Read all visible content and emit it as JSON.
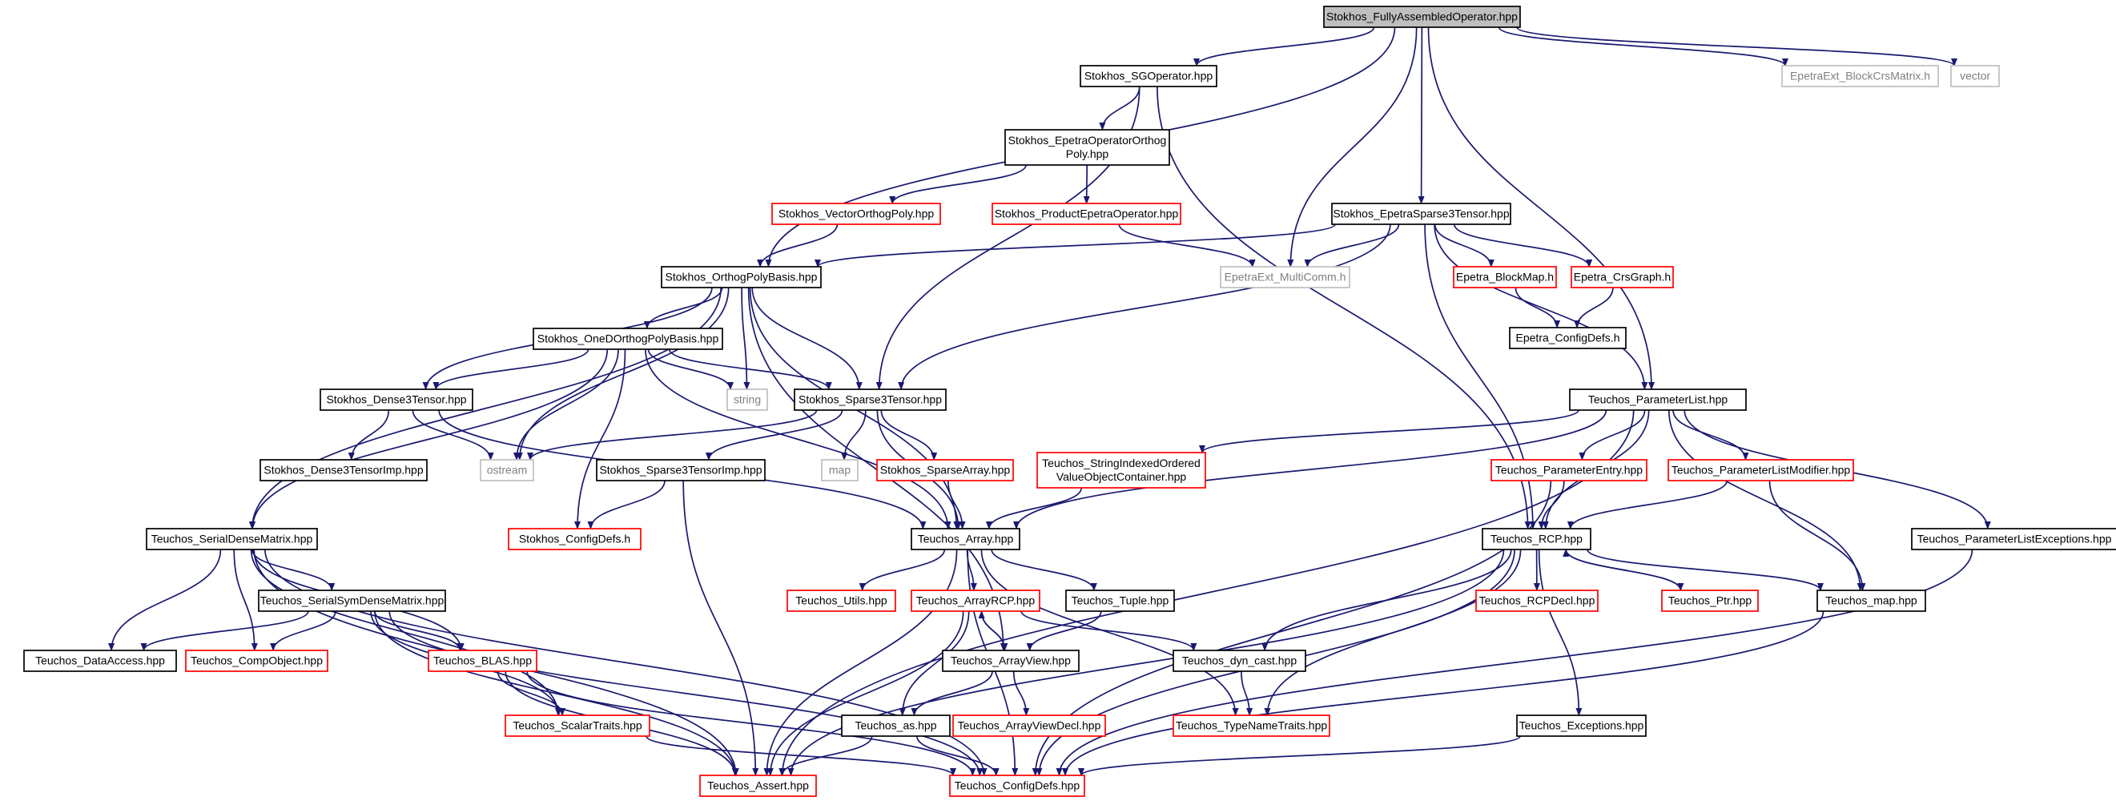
{
  "colors": {
    "edge": "#191970",
    "root_fill": "#bfbfbf",
    "node_border": "#000000",
    "truncated_border": "#ff0000",
    "external_border": "#bfbfbf",
    "external_text": "#808080"
  },
  "nodes": [
    {
      "id": "root",
      "style": "root",
      "lines": [
        "Stokhos_FullyAssembledOperator.hpp"
      ]
    },
    {
      "id": "sgop",
      "style": "normal",
      "lines": [
        "Stokhos_SGOperator.hpp"
      ]
    },
    {
      "id": "bcrs",
      "style": "ext",
      "lines": [
        "EpetraExt_BlockCrsMatrix.h"
      ]
    },
    {
      "id": "vector",
      "style": "ext",
      "lines": [
        "vector"
      ]
    },
    {
      "id": "epop",
      "style": "normal",
      "lines": [
        "Stokhos_EpetraOperatorOrthog",
        "Poly.hpp"
      ]
    },
    {
      "id": "vop",
      "style": "trunc",
      "lines": [
        "Stokhos_VectorOrthogPoly.hpp"
      ]
    },
    {
      "id": "prodop",
      "style": "trunc",
      "lines": [
        "Stokhos_ProductEpetraOperator.hpp"
      ]
    },
    {
      "id": "eps3",
      "style": "normal",
      "lines": [
        "Stokhos_EpetraSparse3Tensor.hpp"
      ]
    },
    {
      "id": "opb",
      "style": "normal",
      "lines": [
        "Stokhos_OrthogPolyBasis.hpp"
      ]
    },
    {
      "id": "multicomm",
      "style": "ext",
      "lines": [
        "EpetraExt_MultiComm.h"
      ]
    },
    {
      "id": "blockmap",
      "style": "trunc",
      "lines": [
        "Epetra_BlockMap.h"
      ]
    },
    {
      "id": "crsgraph",
      "style": "trunc",
      "lines": [
        "Epetra_CrsGraph.h"
      ]
    },
    {
      "id": "epcfg",
      "style": "normal",
      "lines": [
        "Epetra_ConfigDefs.h"
      ]
    },
    {
      "id": "oned",
      "style": "normal",
      "lines": [
        "Stokhos_OneDOrthogPolyBasis.hpp"
      ]
    },
    {
      "id": "string",
      "style": "ext",
      "lines": [
        "string"
      ]
    },
    {
      "id": "dense3",
      "style": "normal",
      "lines": [
        "Stokhos_Dense3Tensor.hpp"
      ]
    },
    {
      "id": "sparse3",
      "style": "normal",
      "lines": [
        "Stokhos_Sparse3Tensor.hpp"
      ]
    },
    {
      "id": "plist",
      "style": "normal",
      "lines": [
        "Teuchos_ParameterList.hpp"
      ]
    },
    {
      "id": "ostream",
      "style": "ext",
      "lines": [
        "ostream"
      ]
    },
    {
      "id": "map",
      "style": "ext",
      "lines": [
        "map"
      ]
    },
    {
      "id": "dense3imp",
      "style": "normal",
      "lines": [
        "Stokhos_Dense3TensorImp.hpp"
      ]
    },
    {
      "id": "sparse3imp",
      "style": "normal",
      "lines": [
        "Stokhos_Sparse3TensorImp.hpp"
      ]
    },
    {
      "id": "sparsearr",
      "style": "trunc",
      "lines": [
        "Stokhos_SparseArray.hpp"
      ]
    },
    {
      "id": "strindexed",
      "style": "trunc",
      "lines": [
        "Teuchos_StringIndexedOrdered",
        "ValueObjectContainer.hpp"
      ]
    },
    {
      "id": "pentry",
      "style": "trunc",
      "lines": [
        "Teuchos_ParameterEntry.hpp"
      ]
    },
    {
      "id": "plistmod",
      "style": "trunc",
      "lines": [
        "Teuchos_ParameterListModifier.hpp"
      ]
    },
    {
      "id": "sdm",
      "style": "normal",
      "lines": [
        "Teuchos_SerialDenseMatrix.hpp"
      ]
    },
    {
      "id": "stkcfg",
      "style": "trunc",
      "lines": [
        "Stokhos_ConfigDefs.h"
      ]
    },
    {
      "id": "array",
      "style": "normal",
      "lines": [
        "Teuchos_Array.hpp"
      ]
    },
    {
      "id": "rcp",
      "style": "normal",
      "lines": [
        "Teuchos_RCP.hpp"
      ]
    },
    {
      "id": "plistexc",
      "style": "normal",
      "lines": [
        "Teuchos_ParameterListExceptions.hpp"
      ]
    },
    {
      "id": "ssdm",
      "style": "normal",
      "lines": [
        "Teuchos_SerialSymDenseMatrix.hpp"
      ]
    },
    {
      "id": "utils",
      "style": "trunc",
      "lines": [
        "Teuchos_Utils.hpp"
      ]
    },
    {
      "id": "arcp",
      "style": "trunc",
      "lines": [
        "Teuchos_ArrayRCP.hpp"
      ]
    },
    {
      "id": "tuple",
      "style": "normal",
      "lines": [
        "Teuchos_Tuple.hpp"
      ]
    },
    {
      "id": "rcpdecl",
      "style": "trunc",
      "lines": [
        "Teuchos_RCPDecl.hpp"
      ]
    },
    {
      "id": "ptr",
      "style": "trunc",
      "lines": [
        "Teuchos_Ptr.hpp"
      ]
    },
    {
      "id": "tmap",
      "style": "normal",
      "lines": [
        "Teuchos_map.hpp"
      ]
    },
    {
      "id": "dataacc",
      "style": "normal",
      "lines": [
        "Teuchos_DataAccess.hpp"
      ]
    },
    {
      "id": "compobj",
      "style": "trunc",
      "lines": [
        "Teuchos_CompObject.hpp"
      ]
    },
    {
      "id": "blas",
      "style": "trunc",
      "lines": [
        "Teuchos_BLAS.hpp"
      ]
    },
    {
      "id": "arrview",
      "style": "normal",
      "lines": [
        "Teuchos_ArrayView.hpp"
      ]
    },
    {
      "id": "dyncast",
      "style": "normal",
      "lines": [
        "Teuchos_dyn_cast.hpp"
      ]
    },
    {
      "id": "scalar",
      "style": "trunc",
      "lines": [
        "Teuchos_ScalarTraits.hpp"
      ]
    },
    {
      "id": "tas",
      "style": "normal",
      "lines": [
        "Teuchos_as.hpp"
      ]
    },
    {
      "id": "arrviewdecl",
      "style": "trunc",
      "lines": [
        "Teuchos_ArrayViewDecl.hpp"
      ]
    },
    {
      "id": "typename",
      "style": "trunc",
      "lines": [
        "Teuchos_TypeNameTraits.hpp"
      ]
    },
    {
      "id": "excs",
      "style": "normal",
      "lines": [
        "Teuchos_Exceptions.hpp"
      ]
    },
    {
      "id": "assert",
      "style": "trunc",
      "lines": [
        "Teuchos_Assert.hpp"
      ]
    },
    {
      "id": "tcfg",
      "style": "trunc",
      "lines": [
        "Teuchos_ConfigDefs.hpp"
      ]
    }
  ],
  "edges": [
    [
      "root",
      "sgop"
    ],
    [
      "root",
      "bcrs"
    ],
    [
      "root",
      "vector"
    ],
    [
      "root",
      "opb"
    ],
    [
      "root",
      "multicomm"
    ],
    [
      "root",
      "eps3"
    ],
    [
      "root",
      "plist"
    ],
    [
      "sgop",
      "epop"
    ],
    [
      "sgop",
      "sparse3"
    ],
    [
      "sgop",
      "rcp"
    ],
    [
      "epop",
      "vop"
    ],
    [
      "epop",
      "prodop"
    ],
    [
      "vop",
      "opb"
    ],
    [
      "prodop",
      "multicomm"
    ],
    [
      "eps3",
      "opb"
    ],
    [
      "eps3",
      "multicomm"
    ],
    [
      "eps3",
      "blockmap"
    ],
    [
      "eps3",
      "crsgraph"
    ],
    [
      "eps3",
      "sparse3"
    ],
    [
      "eps3",
      "plist"
    ],
    [
      "eps3",
      "rcp"
    ],
    [
      "blockmap",
      "epcfg"
    ],
    [
      "crsgraph",
      "epcfg"
    ],
    [
      "opb",
      "oned"
    ],
    [
      "opb",
      "string"
    ],
    [
      "opb",
      "sparse3"
    ],
    [
      "opb",
      "dense3"
    ],
    [
      "opb",
      "ostream"
    ],
    [
      "opb",
      "sdm"
    ],
    [
      "opb",
      "array"
    ],
    [
      "opb",
      "arrview"
    ],
    [
      "oned",
      "string"
    ],
    [
      "oned",
      "sparse3"
    ],
    [
      "oned",
      "dense3"
    ],
    [
      "oned",
      "ostream"
    ],
    [
      "oned",
      "stkcfg"
    ],
    [
      "oned",
      "sdm"
    ],
    [
      "oned",
      "array"
    ],
    [
      "dense3",
      "ostream"
    ],
    [
      "dense3",
      "dense3imp"
    ],
    [
      "dense3",
      "array"
    ],
    [
      "sparse3",
      "ostream"
    ],
    [
      "sparse3",
      "map"
    ],
    [
      "sparse3",
      "sparse3imp"
    ],
    [
      "sparse3",
      "sparsearr"
    ],
    [
      "sparse3",
      "array"
    ],
    [
      "sparse3imp",
      "stkcfg"
    ],
    [
      "sparse3imp",
      "assert"
    ],
    [
      "sparsearr",
      "array"
    ],
    [
      "strindexed",
      "array"
    ],
    [
      "plist",
      "strindexed"
    ],
    [
      "plist",
      "pentry"
    ],
    [
      "plist",
      "plistmod"
    ],
    [
      "plist",
      "rcp"
    ],
    [
      "plist",
      "plistexc"
    ],
    [
      "plist",
      "tmap"
    ],
    [
      "plist",
      "array"
    ],
    [
      "plist",
      "assert"
    ],
    [
      "pentry",
      "rcp"
    ],
    [
      "pentry",
      "tcfg"
    ],
    [
      "plistmod",
      "rcp"
    ],
    [
      "plistmod",
      "tmap"
    ],
    [
      "sdm",
      "dataacc"
    ],
    [
      "sdm",
      "compobj"
    ],
    [
      "sdm",
      "ssdm"
    ],
    [
      "sdm",
      "blas"
    ],
    [
      "sdm",
      "scalar"
    ],
    [
      "sdm",
      "assert"
    ],
    [
      "sdm",
      "tcfg"
    ],
    [
      "ssdm",
      "dataacc"
    ],
    [
      "ssdm",
      "compobj"
    ],
    [
      "ssdm",
      "blas"
    ],
    [
      "ssdm",
      "scalar"
    ],
    [
      "ssdm",
      "assert"
    ],
    [
      "ssdm",
      "tcfg"
    ],
    [
      "blas",
      "scalar"
    ],
    [
      "blas",
      "assert"
    ],
    [
      "blas",
      "tcfg"
    ],
    [
      "scalar",
      "tcfg"
    ],
    [
      "array",
      "utils"
    ],
    [
      "array",
      "arcp"
    ],
    [
      "array",
      "tuple"
    ],
    [
      "array",
      "assert"
    ],
    [
      "array",
      "typename"
    ],
    [
      "array",
      "tcfg"
    ],
    [
      "arcp",
      "arrview"
    ],
    [
      "arcp",
      "tas"
    ],
    [
      "arcp",
      "dyncast"
    ],
    [
      "arcp",
      "assert"
    ],
    [
      "arrview",
      "arcp"
    ],
    [
      "arrview",
      "tas"
    ],
    [
      "arrview",
      "arrviewdecl"
    ],
    [
      "tuple",
      "arrview"
    ],
    [
      "tas",
      "assert"
    ],
    [
      "tas",
      "tcfg"
    ],
    [
      "rcp",
      "rcpdecl"
    ],
    [
      "rcp",
      "ptr"
    ],
    [
      "rcp",
      "tmap"
    ],
    [
      "rcp",
      "dyncast"
    ],
    [
      "rcp",
      "typename"
    ],
    [
      "rcp",
      "excs"
    ],
    [
      "rcp",
      "assert"
    ],
    [
      "rcp",
      "tcfg"
    ],
    [
      "ptr",
      "rcp"
    ],
    [
      "dyncast",
      "typename"
    ],
    [
      "excs",
      "tcfg"
    ],
    [
      "tmap",
      "tcfg"
    ],
    [
      "plistexc",
      "tcfg"
    ]
  ]
}
